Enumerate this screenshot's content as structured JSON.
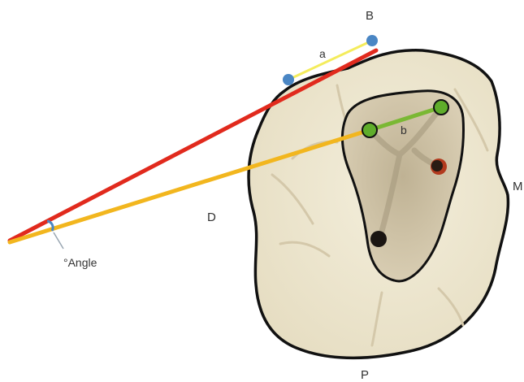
{
  "labels": {
    "b_top": "B",
    "m_right": "M",
    "d_left": "D",
    "p_bottom": "P",
    "a_seg": "a",
    "b_seg": "b",
    "angle": "°Angle"
  },
  "colors": {
    "tooth_fill": "#efe8d1",
    "tooth_outline": "#111111",
    "pulp_fill": "#d8cdb4",
    "pulp_inner": "#c4b89d",
    "pulp_outline": "#111111",
    "groove": "#cfc3a6",
    "line_red": "#e12a1d",
    "line_orange": "#f2b61e",
    "line_yellow": "#f4ec5c",
    "line_green": "#7ab834",
    "dot_blue": "#4a86c4",
    "dot_green": "#5fad2b",
    "canal_dark": "#1a1512",
    "canal_red": "#b23a1e"
  }
}
